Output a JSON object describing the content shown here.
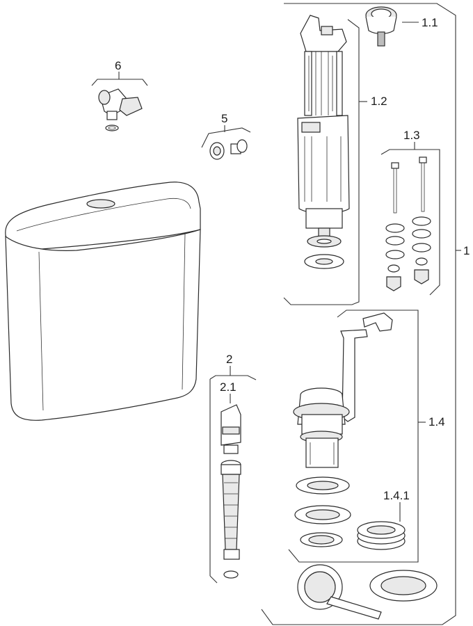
{
  "labels": {
    "kit": "1",
    "push_button": "1.1",
    "fill_valve": "1.2",
    "bolts": "1.3",
    "flush_valve": "1.4",
    "gaskets": "1.4.1",
    "inlet_hose": "2",
    "hose_connector": "2.1",
    "plug": "5",
    "angle_valve": "6"
  },
  "colors": {
    "line": "#333333",
    "fill": "#ffffff",
    "shade": "#e9e9e9"
  }
}
